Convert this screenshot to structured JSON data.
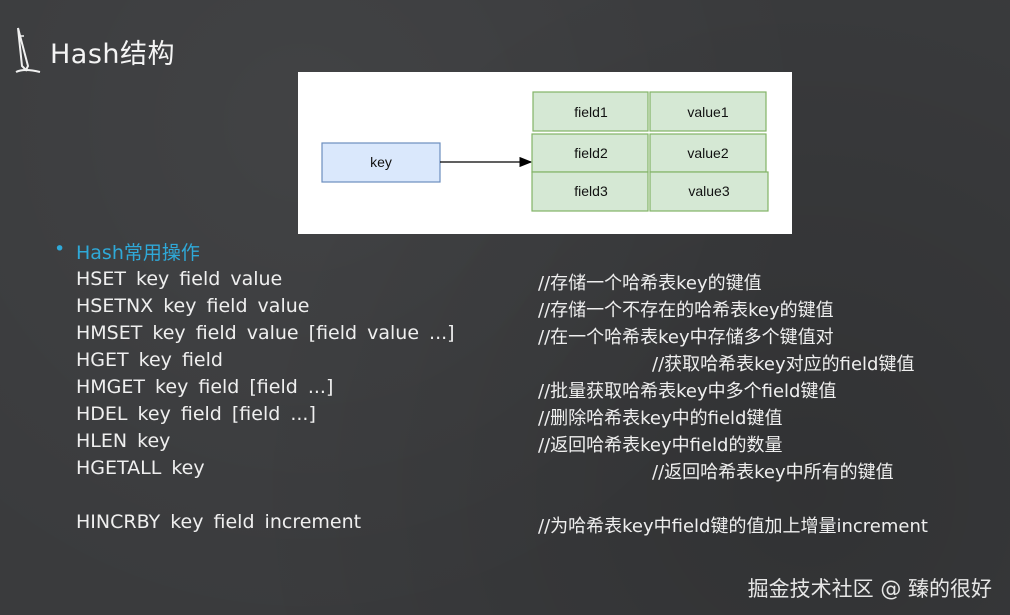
{
  "slide": {
    "title": "Hash结构",
    "section_heading": "Hash常用操作",
    "watermark": "掘金技术社区 @ 臻的很好"
  },
  "diagram": {
    "key_label": "key",
    "rows": [
      {
        "field": "field1",
        "value": "value1"
      },
      {
        "field": "field2",
        "value": "value2"
      },
      {
        "field": "field3",
        "value": "value3"
      }
    ],
    "colors": {
      "key_fill": "#dae8fc",
      "key_stroke": "#6c8ebf",
      "cell_fill": "#d5e8d4",
      "cell_stroke": "#82b366"
    }
  },
  "commands": [
    {
      "cmd": "HSET key field value",
      "comment": "//存储一个哈希表key的键值"
    },
    {
      "cmd": "HSETNX key field value",
      "comment": "//存储一个不存在的哈希表key的键值"
    },
    {
      "cmd": "HMSET key field value [field value ...]",
      "comment": "//在一个哈希表key中存储多个键值对"
    },
    {
      "cmd": "HGET key field",
      "comment": "//获取哈希表key对应的field键值"
    },
    {
      "cmd": "HMGET key field [field ...]",
      "comment": "//批量获取哈希表key中多个field键值"
    },
    {
      "cmd": "HDEL key field [field ...]",
      "comment": "//删除哈希表key中的field键值"
    },
    {
      "cmd": "HLEN key",
      "comment": "//返回哈希表key中field的数量"
    },
    {
      "cmd": "HGETALL key",
      "comment": "//返回哈希表key中所有的键值"
    },
    {
      "cmd": "HINCRBY key field increment",
      "comment": "//为哈希表key中field键的值加上增量increment"
    }
  ]
}
